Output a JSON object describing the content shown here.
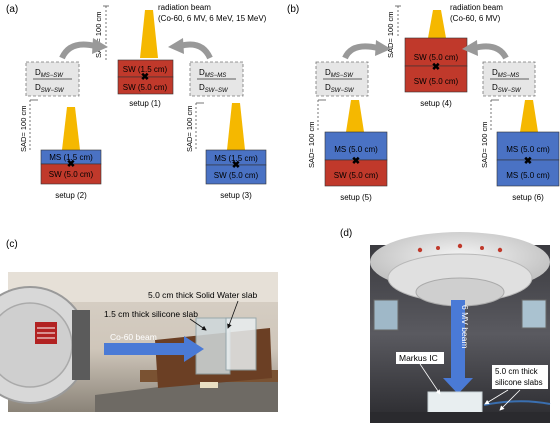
{
  "panel_a": {
    "tag": "(a)",
    "beam_label": "radiation beam",
    "beam_energies": "(Co-60, 6 MV, 6 MeV, 15 MeV)",
    "sad_top": "SAD= 100 cm",
    "sad_left": "SAD= 100 cm",
    "sad_right": "SAD= 100 cm",
    "setup1": {
      "top": "SW (1.5 cm)",
      "bottom": "SW (5.0 cm)",
      "caption": "setup (1)"
    },
    "setup2": {
      "top": "MS (1.5 cm)",
      "bottom": "SW (5.0 cm)",
      "caption": "setup (2)"
    },
    "setup3": {
      "top": "MS (1.5 cm)",
      "bottom": "SW (5.0 cm)",
      "caption": "setup (3)"
    },
    "ratio_left": {
      "num": "D",
      "num_sub": "MS−SW",
      "den": "D",
      "den_sub": "SW−SW"
    },
    "ratio_right": {
      "num": "D",
      "num_sub": "MS−MS",
      "den": "D",
      "den_sub": "SW−SW"
    }
  },
  "panel_b": {
    "tag": "(b)",
    "beam_label": "radiation beam",
    "beam_energies": "(Co-60, 6 MV)",
    "sad_top": "SAD= 100 cm",
    "sad_left": "SAD= 100 cm",
    "sad_right": "SAD= 100 cm",
    "setup4": {
      "top": "SW (5.0 cm)",
      "bottom": "SW (5.0 cm)",
      "caption": "setup (4)"
    },
    "setup5": {
      "top": "MS (5.0 cm)",
      "bottom": "SW (5.0 cm)",
      "caption": "setup (5)"
    },
    "setup6": {
      "top": "MS (5.0 cm)",
      "bottom": "MS (5.0 cm)",
      "caption": "setup (6)"
    },
    "ratio_left": {
      "num": "D",
      "num_sub": "MS−SW",
      "den": "D",
      "den_sub": "SW−SW"
    },
    "ratio_right": {
      "num": "D",
      "num_sub": "MS−MS",
      "den": "D",
      "den_sub": "SW−SW"
    }
  },
  "panel_c": {
    "tag": "(c)",
    "label_slab": "5.0 cm thick Solid Water slab",
    "label_silicone": "1.5 cm thick silicone slab",
    "label_beam": "Co-60 beam"
  },
  "panel_d": {
    "tag": "(d)",
    "label_beam": "6 MV beam",
    "label_ic": "Markus IC",
    "label_slabs_1": "5.0 cm thick",
    "label_slabs_2": "silicone slabs"
  },
  "colors": {
    "sw_red": "#c0392b",
    "ms_blue": "#4a72c4",
    "beam_yellow": "#f5b800",
    "arrow_blue": "#4a7ad6"
  }
}
